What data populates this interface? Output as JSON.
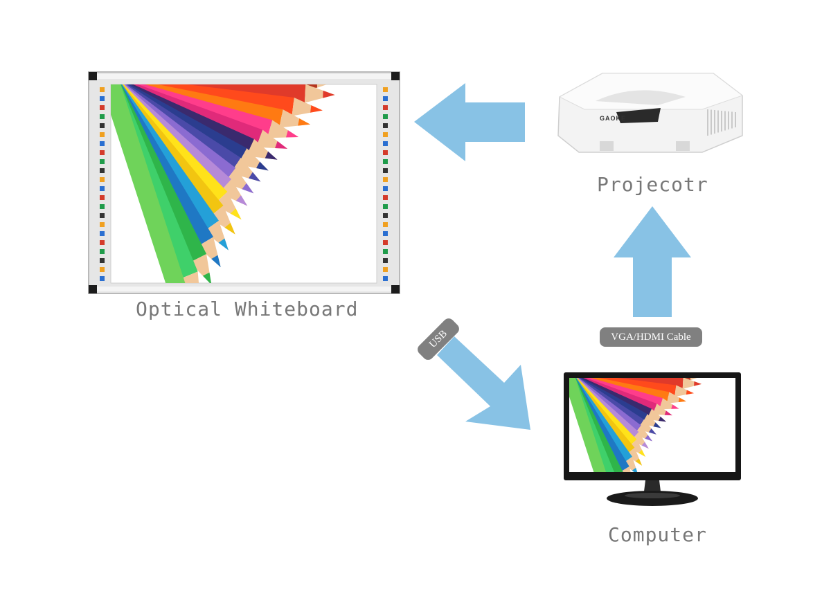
{
  "labels": {
    "whiteboard": "Optical Whiteboard",
    "projector": "Projecotr",
    "computer": "Computer"
  },
  "badges": {
    "usb": "USB",
    "cable": "VGA/HDMI Cable"
  },
  "projector_brand": "GAOKE",
  "colors": {
    "arrow": "#88c2e5",
    "label": "#777777",
    "badge": "#808080"
  },
  "pencil_colors": [
    "#8b2a1f",
    "#b5351f",
    "#e03a2a",
    "#ff4a1c",
    "#ff7a12",
    "#ff3d8b",
    "#e02a7a",
    "#3a2a6e",
    "#2b3d8f",
    "#4a4aa8",
    "#8b6bd1",
    "#b68ad8",
    "#ffe21a",
    "#f2c511",
    "#24a0d8",
    "#1f78c4",
    "#2fb54a",
    "#3fd06a",
    "#6fd35a"
  ]
}
